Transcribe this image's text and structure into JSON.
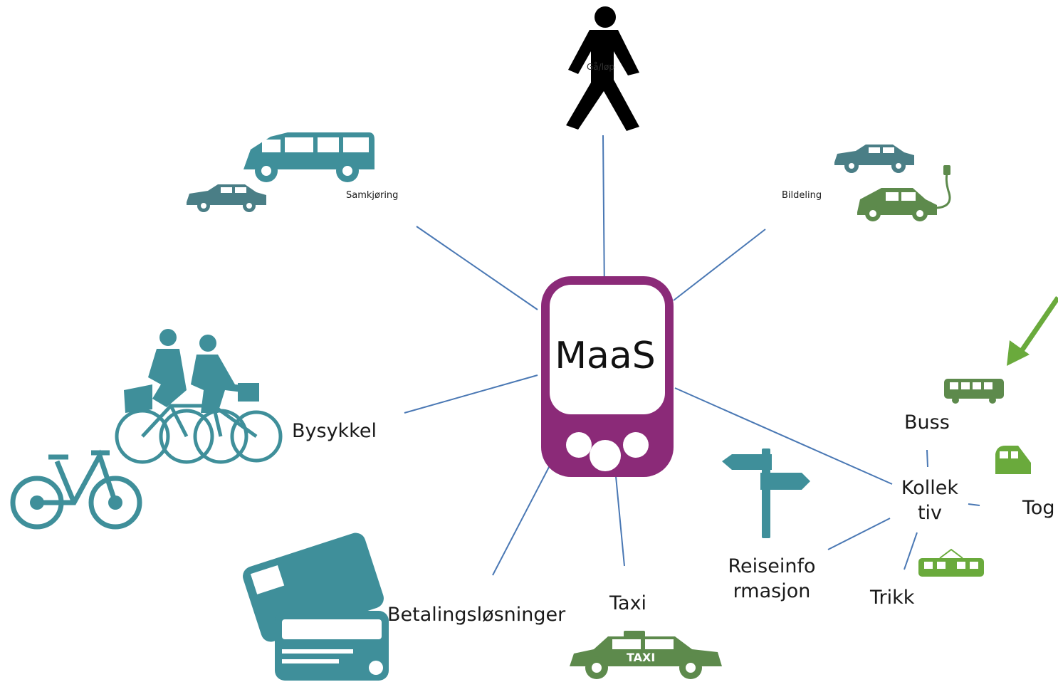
{
  "center": {
    "label": "MaaS",
    "color": "#8b2a78"
  },
  "nodes": {
    "walk": {
      "label": "Gå/løp"
    },
    "carpool": {
      "label": "Samkjøring"
    },
    "carshare": {
      "label": "Bildeling"
    },
    "citybike": {
      "label": "Bysykkel"
    },
    "payment": {
      "label": "Betalingsløsninger"
    },
    "taxi": {
      "label": "Taxi",
      "badge": "TAXI"
    },
    "travelinfo": {
      "line1": "Reiseinfo",
      "line2": "rmasjon"
    },
    "transit": {
      "line1": "Kollek",
      "line2": "tiv"
    },
    "bus": {
      "label": "Buss"
    },
    "train": {
      "label": "Tog"
    },
    "tram": {
      "label": "Trikk"
    }
  },
  "colors": {
    "teal": "#3f8f9a",
    "teal_dark": "#4a7e86",
    "green": "#5d8a4c",
    "green_light": "#6aaa3c",
    "line": "#4a78b4",
    "black": "#000000"
  },
  "icons": [
    "walking-person-icon",
    "minivan-icon",
    "sedan-icon",
    "electric-car-icon",
    "tandem-bicycle-icon",
    "folding-bicycle-icon",
    "credit-cards-icon",
    "taxi-icon",
    "signpost-icon",
    "bus-icon",
    "train-icon",
    "tram-icon",
    "arrow-icon"
  ]
}
